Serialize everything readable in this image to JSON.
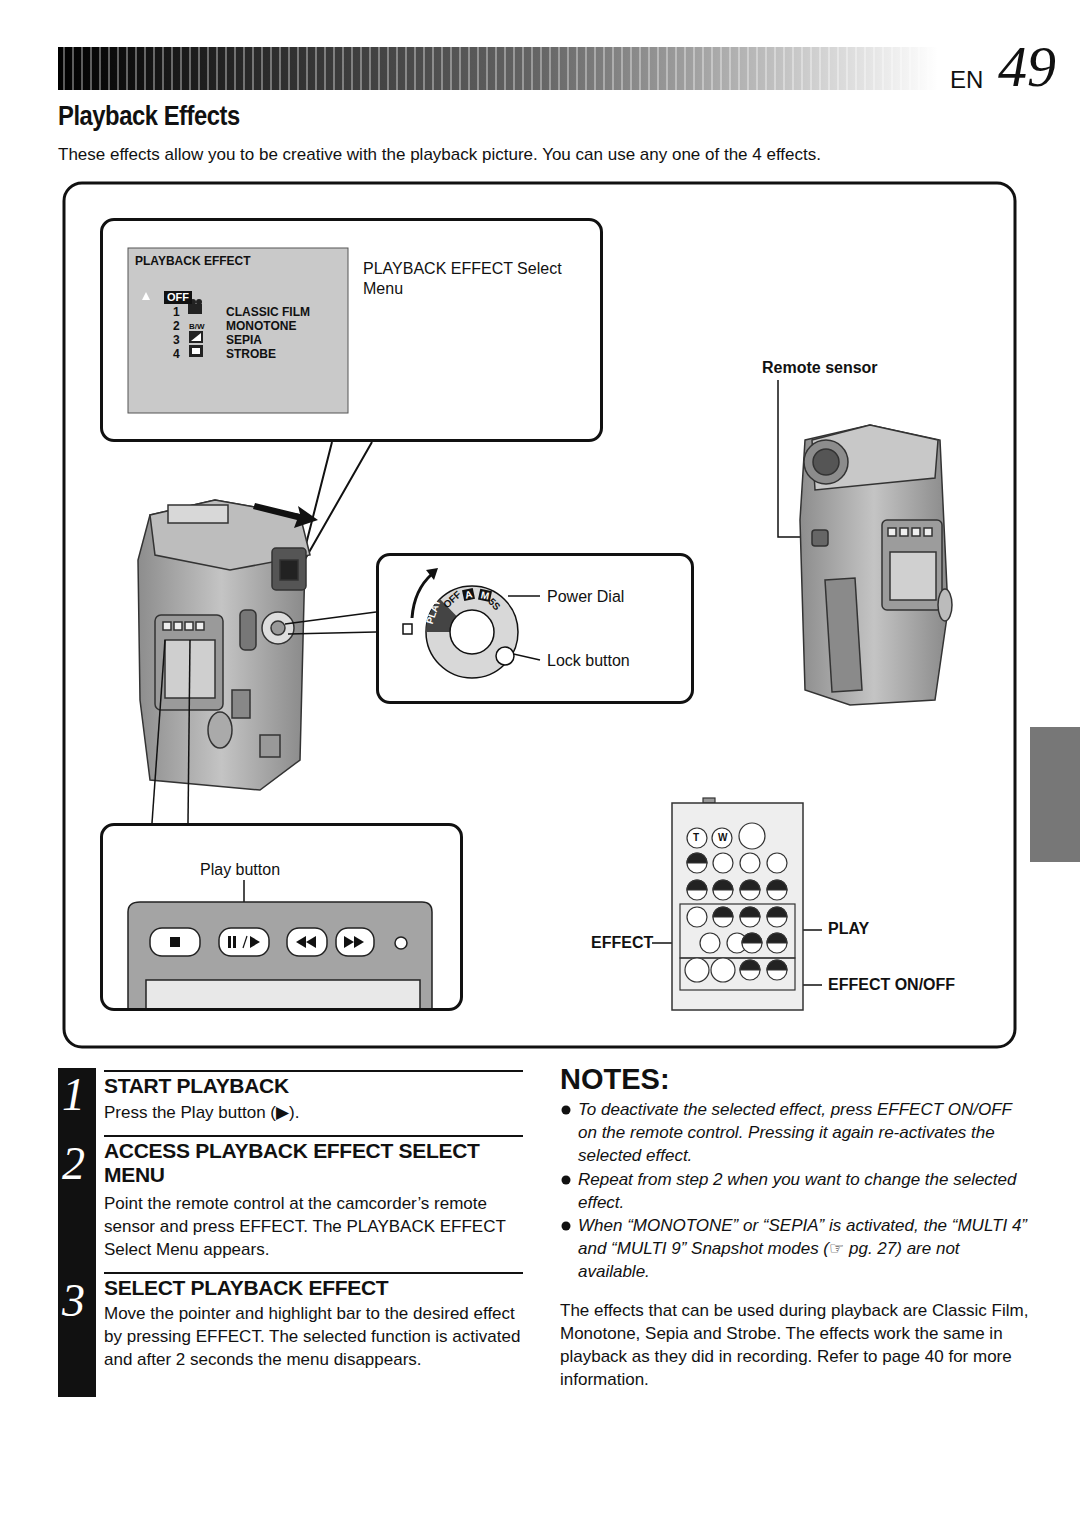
{
  "diagram": {
    "title": "Playback Effects",
    "nodes": [
      {
        "text": [
          "PLAYBACK EFFECT Select Menu"
        ]
      },
      {
        "text": [
          "PLAYBACK EFFECT",
          "OFF",
          "1",
          "CLASSIC FILM",
          "2",
          "B/W",
          "MONOTONE",
          "3",
          "SEPIA",
          "4",
          "STROBE"
        ],
        "in": 0
      },
      {
        "text": [
          "Power Dial",
          "Lock button"
        ]
      },
      {
        "text": [
          "Play button"
        ]
      },
      {
        "text": [
          "1",
          "START PLAYBACK",
          "Press the Play button (▶)."
        ]
      },
      {
        "text": [
          "2",
          "ACCESS PLAYBACK EFFECT SELECT MENU",
          "Point the remote control at the camcorder’s remote sensor and press EFFECT. The PLAYBACK EFFECT Select Menu appears."
        ]
      },
      {
        "text": [
          "3",
          "SELECT PLAYBACK EFFECT",
          "Move the pointer and highlight bar to the desired effect by pressing EFFECT. The selected function is activated and after 2 seconds the menu disappears."
        ]
      }
    ],
    "labels": [
      "EN",
      "49",
      "These effects allow you to be creative with the playback picture. You can use any one of the 4 effects.",
      "Remote sensor",
      "PLAY",
      "OFF",
      "A",
      "M",
      "5S",
      "T",
      "W",
      "EFFECT",
      "PLAY",
      "EFFECT ON/OFF",
      "NOTES:",
      "To deactivate the selected effect, press EFFECT ON/OFF on the remote control. Pressing it again re-activates the selected effect.",
      "Repeat from step 2 when you want to change the selected effect.",
      "When “MONOTONE” or “SEPIA” is activated, the “MULTI 4” and “MULTI 9” Snapshot modes (☞ pg. 27) are not available.",
      "The effects that can be used during playback are Classic Film, Monotone, Sepia and Strobe. The effects work the same in playback as they did in recording. Refer to page 40 for more information."
    ]
  }
}
